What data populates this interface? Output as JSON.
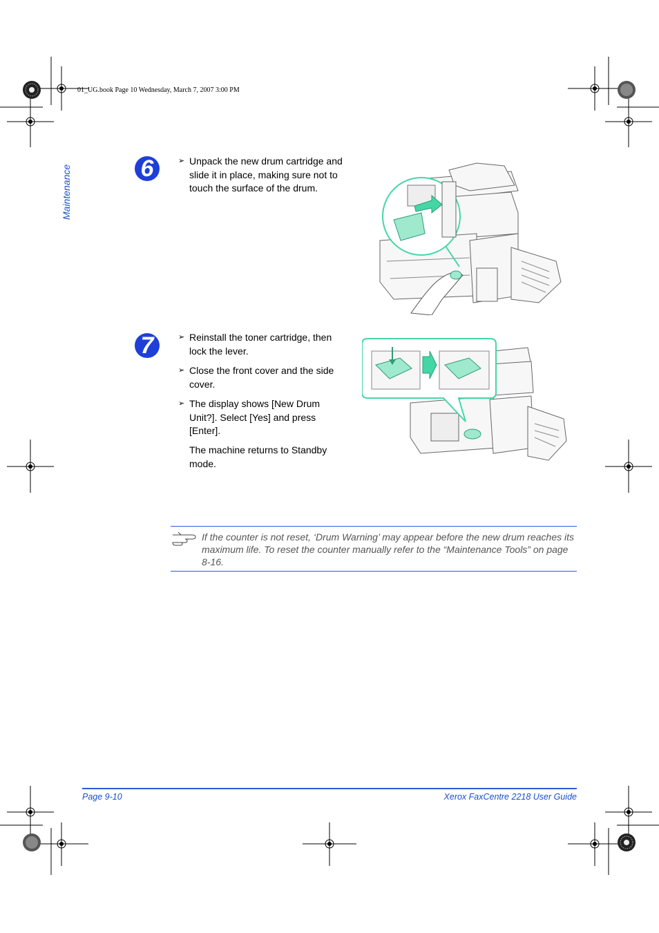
{
  "header": {
    "book_info": "01_UG.book  Page 10  Wednesday, March 7, 2007  3:00 PM"
  },
  "side_label": "Maintenance",
  "steps": [
    {
      "number": "6",
      "bullets": [
        "Unpack the new drum cartridge and slide it in place, making sure not to touch the surface of the drum."
      ]
    },
    {
      "number": "7",
      "bullets": [
        "Reinstall the toner cartridge, then lock the lever.",
        "Close the front cover and the side cover.",
        "The display shows [New Drum Unit?]. Select [Yes] and press [Enter]."
      ],
      "followup": "The machine returns to Standby mode."
    }
  ],
  "note": {
    "icon": "pointing-hand-icon",
    "text": "If the counter is not reset, ‘Drum Warning’ may appear before the new drum reaches its maximum life. To reset the counter manually refer to the “Maintenance Tools” on page 8-16."
  },
  "footer": {
    "page": "Page 9-10",
    "guide": "Xerox FaxCentre 2218 User Guide"
  },
  "colors": {
    "accent": "#1e3fd8",
    "highlight": "#44d7a5",
    "note_text": "#555555"
  }
}
